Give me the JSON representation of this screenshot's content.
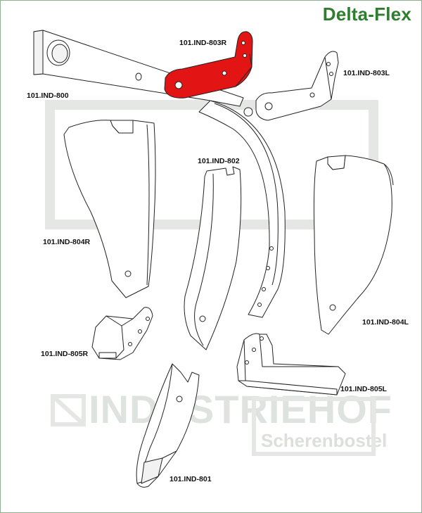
{
  "title": "Delta-Flex",
  "accent_color": "#2f7d2f",
  "highlight_color": "#e31414",
  "watermark": {
    "main": "INDUSTRIEHOF",
    "sub": "Scherenbostel"
  },
  "parts": [
    {
      "id": "beam",
      "label": "101.IND-800",
      "highlighted": false
    },
    {
      "id": "bracket-right",
      "label": "101.IND-803R",
      "highlighted": true
    },
    {
      "id": "bracket-left",
      "label": "101.IND-803L",
      "highlighted": false
    },
    {
      "id": "shank",
      "label": "101.IND-802",
      "highlighted": false
    },
    {
      "id": "wing-right",
      "label": "101.IND-804R",
      "highlighted": false
    },
    {
      "id": "wing-left",
      "label": "101.IND-804L",
      "highlighted": false
    },
    {
      "id": "shin-right",
      "label": "101.IND-805R",
      "highlighted": false
    },
    {
      "id": "shin-left",
      "label": "101.IND-805L",
      "highlighted": false
    },
    {
      "id": "share-point",
      "label": "101.IND-801",
      "highlighted": false
    }
  ]
}
